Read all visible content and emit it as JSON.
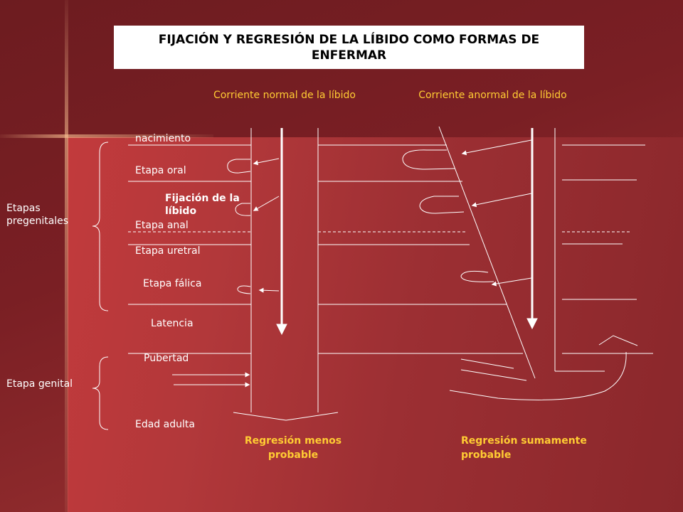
{
  "title": "FIJACIÓN Y REGRESIÓN DE LA LÍBIDO COMO FORMAS DE ENFERMAR",
  "headers": {
    "normal": "Corriente normal de la líbido",
    "abnormal": "Corriente anormal de la líbido"
  },
  "stages": {
    "nacimiento": "nacimiento",
    "oral": "Etapa oral",
    "anal": "Etapa anal",
    "uretral": "Etapa uretral",
    "falica": "Etapa fálica",
    "latencia": "Latencia",
    "pubertad": "Pubertad",
    "adulta": "Edad adulta"
  },
  "groups": {
    "pregenitales": "Etapas pregenitales",
    "genital": "Etapa genital"
  },
  "fixation_label": "Fijación de la líbido",
  "footers": {
    "normal": "Regresión menos probable",
    "abnormal": "Regresión sumamente probable"
  },
  "colors": {
    "header": "#ffcc33",
    "lines": "#ffffff"
  }
}
